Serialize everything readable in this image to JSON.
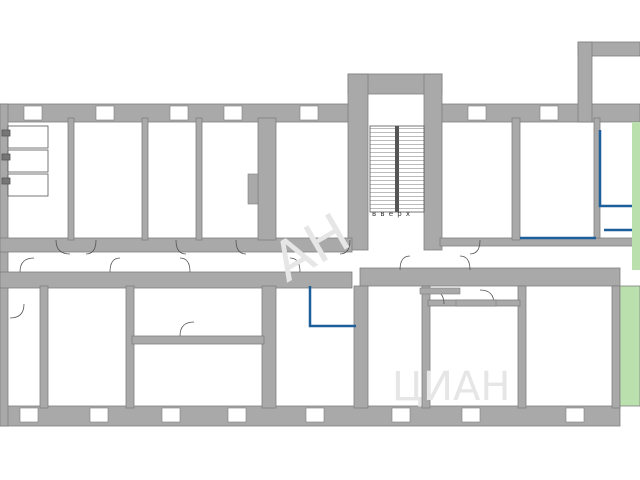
{
  "stair_label": "в в е р х",
  "watermark_left": "АН",
  "watermark_right": "ЦИАН",
  "colors": {
    "wall": "#a9a9a9",
    "wall_stroke": "#7f7f7f",
    "room_fill": "#ffffff",
    "partition": "#1d5f9a",
    "highlight_room": "#b9e0ad",
    "watermark": "#e6e6e6"
  }
}
